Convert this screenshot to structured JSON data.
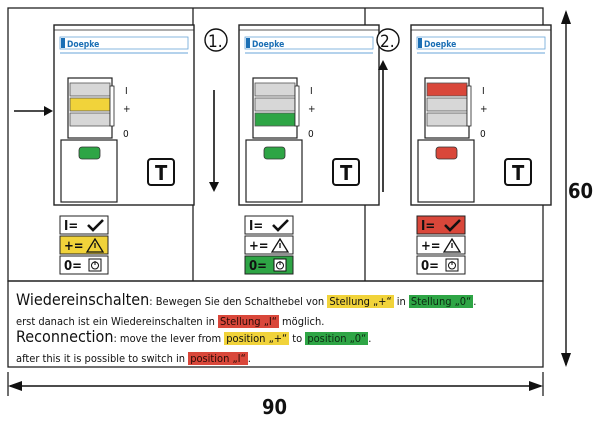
{
  "brand": "Doepke",
  "panels": [
    {
      "step": "",
      "arrow": "right",
      "lever": "plus",
      "indicator": "green",
      "legend_highlight": 1
    },
    {
      "step": "1.",
      "arrow": "down",
      "lever": "zero",
      "indicator": "green",
      "legend_highlight": 2
    },
    {
      "step": "2.",
      "arrow": "up",
      "lever": "one",
      "indicator": "red",
      "legend_highlight": 0
    }
  ],
  "lever_marks": {
    "one": "I",
    "plus": "+",
    "zero": "0"
  },
  "legend_rows": [
    {
      "label": "I",
      "eq": "=",
      "icon": "check-icon"
    },
    {
      "label": "+",
      "eq": "=",
      "icon": "warning-icon"
    },
    {
      "label": "0",
      "eq": "=",
      "icon": "power-icon"
    }
  ],
  "test_button_label": "T",
  "text": {
    "de": {
      "heading": "Wiedereinschalten",
      "line1_pre": ": Bewegen Sie den Schalthebel von ",
      "hl1": "Stellung „+“",
      "mid": " in ",
      "hl2": "Stellung „0“",
      "end": ".",
      "line2_pre": "erst danach ist ein Wiedereinschalten in ",
      "hl3": "Stellung „I“",
      "line2_end": " möglich."
    },
    "en": {
      "heading": "Reconnection",
      "line1_pre": ": move the lever from ",
      "hl1": "position „+“",
      "mid": " to ",
      "hl2": "position „0“",
      "end": ".",
      "line2_pre": "after this it is possible to switch in ",
      "hl3": "position „I“",
      "line2_end": "."
    }
  },
  "dimensions": {
    "height": "60",
    "width": "90"
  },
  "colors": {
    "yellow": "#f1d33a",
    "green": "#2ea545",
    "red": "#d9473a",
    "brand_blue": "#1b6fb5"
  }
}
